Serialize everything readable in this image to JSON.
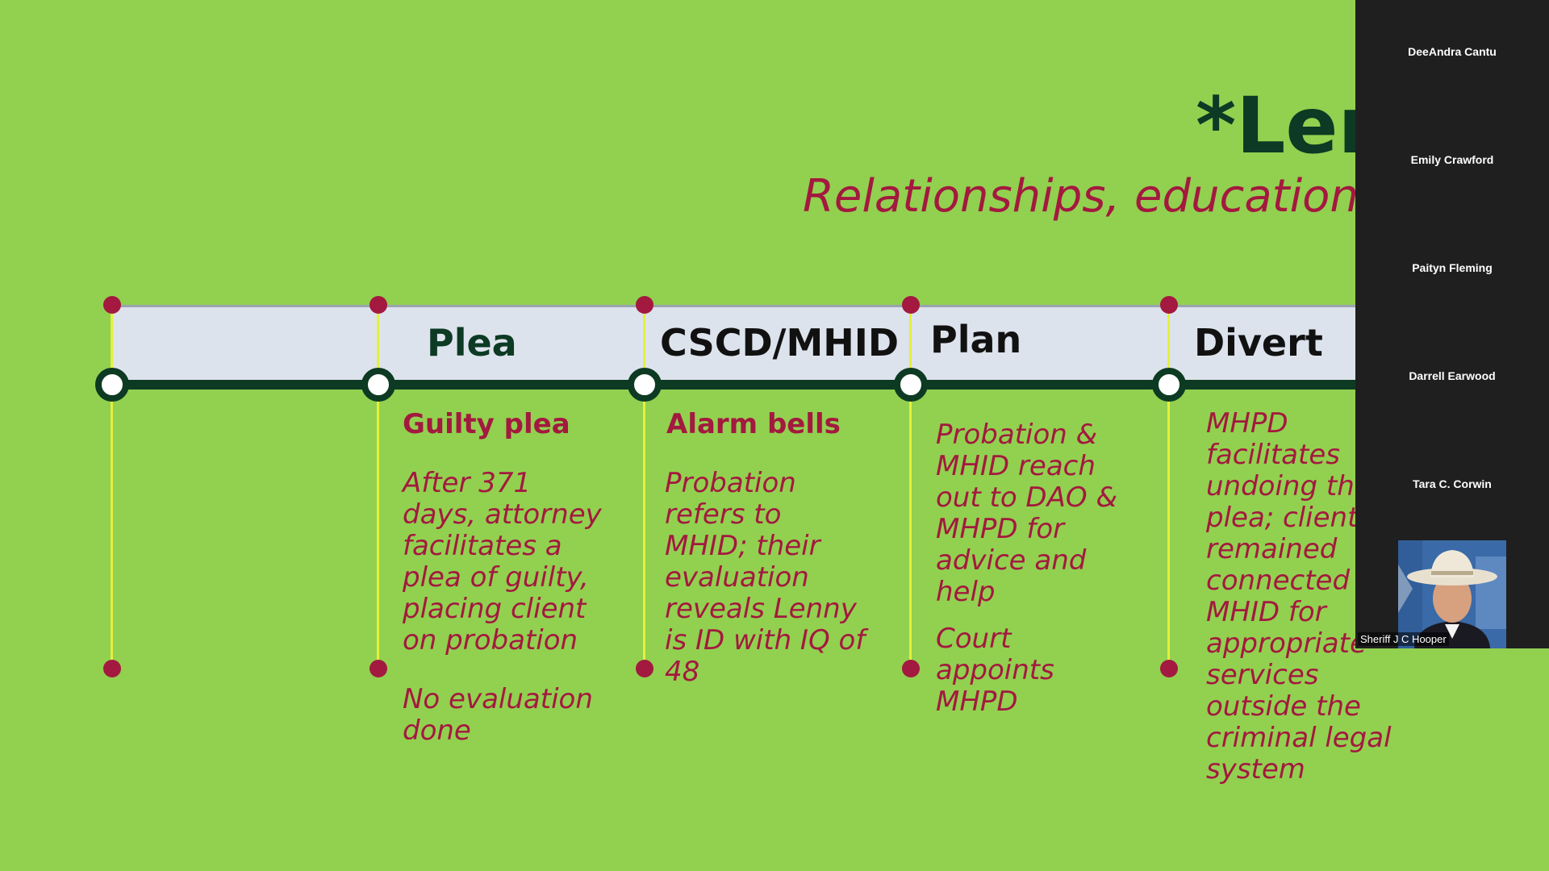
{
  "slide": {
    "title": "*Lenny",
    "subtitle": "Relationships, education, training",
    "phases": [
      {
        "label": "",
        "head": "",
        "text": []
      },
      {
        "label": "Plea",
        "head": "Guilty plea",
        "text": [
          "After 371 days, attorney facilitates a plea of guilty, placing client on probation",
          "No evaluation done"
        ]
      },
      {
        "label": "CSCD/MHID",
        "head": "Alarm bells",
        "text": [
          "Probation refers to MHID; their evaluation reveals Lenny is ID with IQ of 48"
        ]
      },
      {
        "label": "Plan",
        "head": "",
        "text": [
          "Probation & MHID reach out to DAO & MHPD for advice and help",
          "Court appoints MHPD"
        ]
      },
      {
        "label": "Divert",
        "head": "",
        "text": [
          "MHPD facilitates undoing the plea; client remained connected with MHID for appropriate services outside the criminal legal system"
        ]
      }
    ]
  },
  "participants": [
    {
      "name": "DeeAndra Cantu"
    },
    {
      "name": "Emily Crawford"
    },
    {
      "name": "Paityn Fleming"
    },
    {
      "name": "Darrell Earwood"
    },
    {
      "name": "Tara C. Corwin"
    }
  ],
  "video_tile": {
    "name": "Sheriff J C Hooper"
  },
  "icons": {
    "tile_avatar": "person-with-cowboy-hat-icon"
  },
  "colors": {
    "slide_bg": "#92d050",
    "accent": "#a3193f",
    "dark_green": "#0c3a24",
    "band": "#dde3ec",
    "sidebar": "#1f1f1f"
  }
}
